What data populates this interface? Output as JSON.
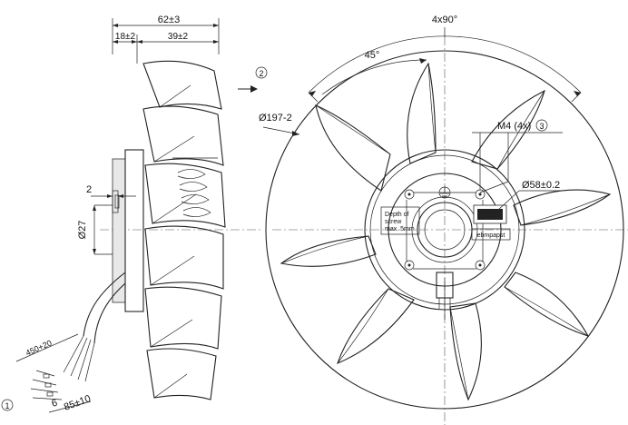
{
  "side_view": {
    "overall_length": "62±3",
    "hub_offset": "18±2",
    "blade_depth": "39±2",
    "flange_thickness": "2",
    "shaft_diameter": "Ø27",
    "cable_length": "450+20",
    "strip_length": "6",
    "lead_length": "85±10",
    "view_marker": "1"
  },
  "front_view": {
    "airflow_marker": "2",
    "angle_pattern": "4x90°",
    "angle_single": "45°",
    "outer_diameter": "Ø197-2",
    "thread_callout": "M4 (4x)",
    "thread_marker": "3",
    "pitch_diameter": "Ø58±0.2",
    "screw_note_line1": "Depth of",
    "screw_note_line2": "screw",
    "screw_note_line3": "max. 5mm",
    "brand_label": "ebmpapst"
  },
  "colors": {
    "line": "#222222",
    "background": "#ffffff"
  }
}
